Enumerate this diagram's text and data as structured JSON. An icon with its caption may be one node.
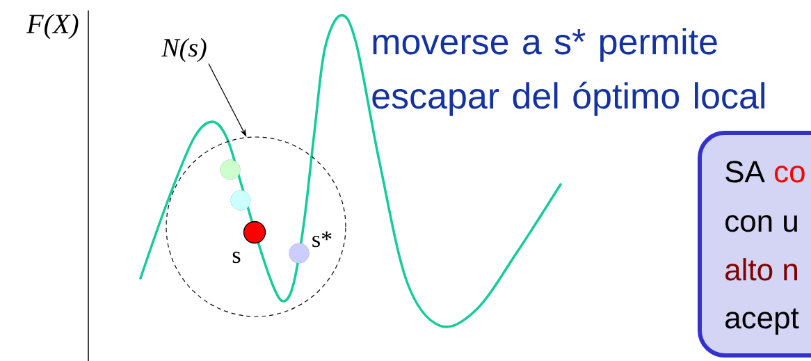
{
  "diagram": {
    "nodes": [
      {
        "text": [
          "N(s)"
        ]
      },
      {
        "text": [],
        "shape": "circle"
      },
      {
        "text": [],
        "shape": "circle",
        "in": 1
      },
      {
        "text": [],
        "shape": "circle",
        "in": 1
      },
      {
        "text": [],
        "shape": "circle",
        "in": 1,
        "beside": [
          "s"
        ]
      },
      {
        "text": [],
        "shape": "circle",
        "in": 1,
        "beside": [
          "s*"
        ]
      },
      {
        "text": [
          "SA",
          "co",
          "con u",
          "alto n",
          "acept"
        ]
      }
    ],
    "edges": [
      {
        "from": 0,
        "to": 1,
        "arrow": "to"
      }
    ],
    "labels": [
      "F(X)",
      "moverse a s* permite escapar del óptimo local"
    ]
  }
}
